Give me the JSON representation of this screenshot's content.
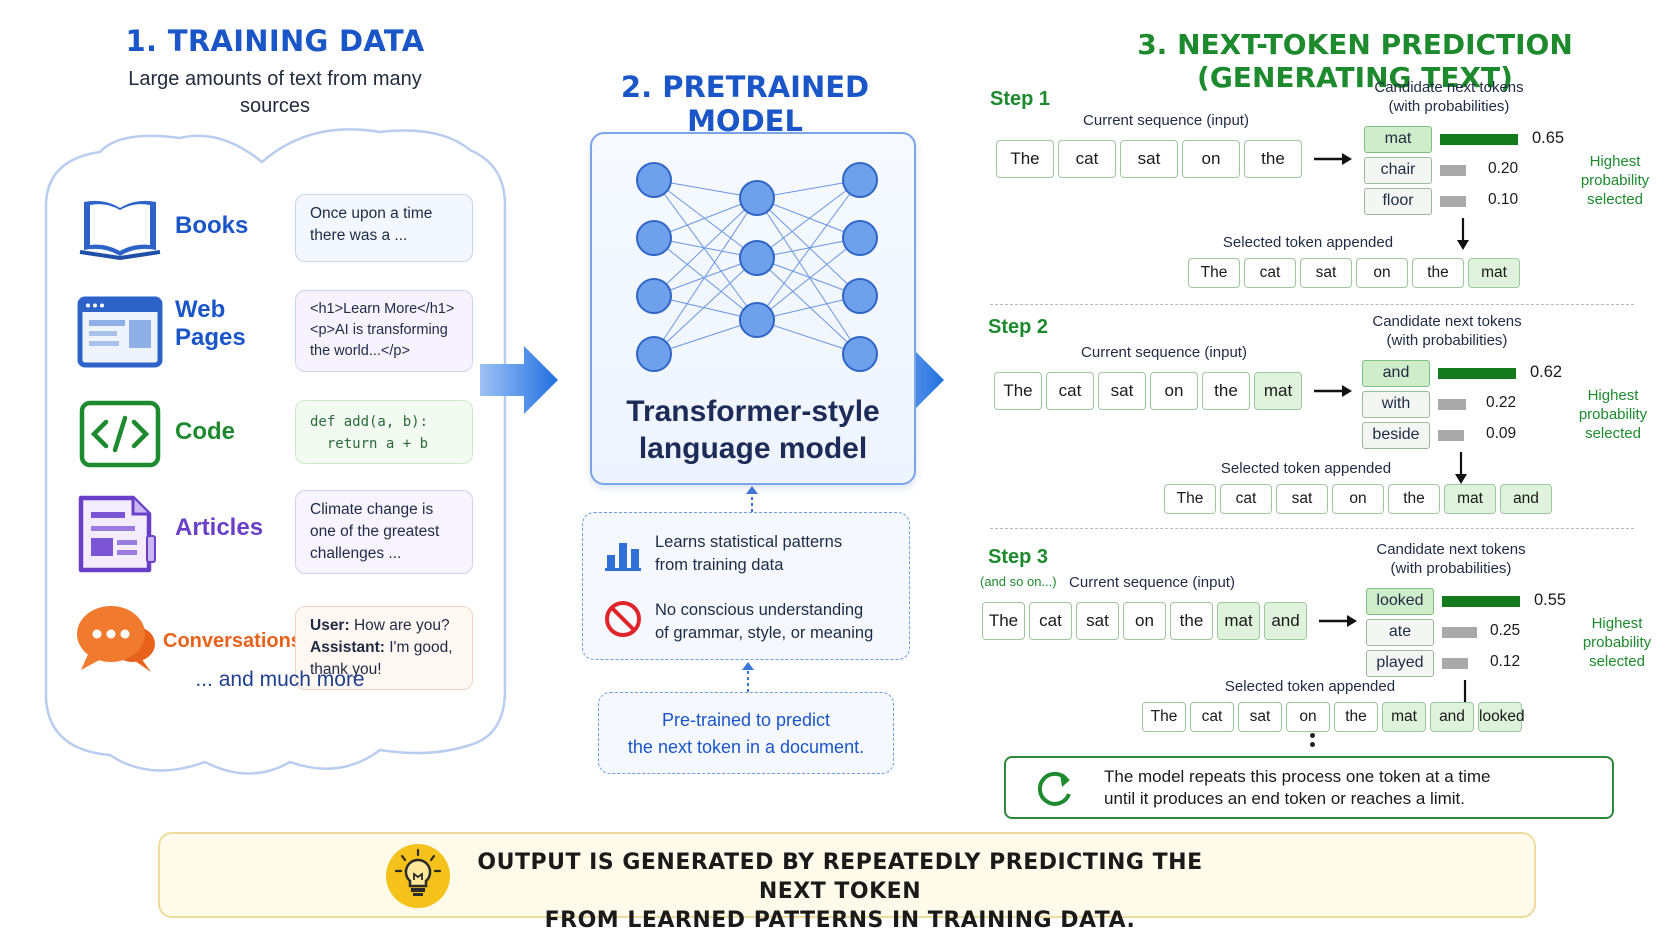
{
  "training": {
    "title": "1. TRAINING DATA",
    "subtitle": "Large amounts of text from many sources",
    "sources": [
      {
        "label": "Books",
        "example": "Once upon a time there was a ...",
        "color": "#1a56c8",
        "icon": "open-book-icon"
      },
      {
        "label_line1": "Web",
        "label_line2": "Pages",
        "example": "<h1>Learn More</h1> <p>AI is transforming the world...</p>",
        "color": "#1a56c8",
        "icon": "web-page-icon"
      },
      {
        "label": "Code",
        "example_line1": "def add(a, b):",
        "example_line2": "  return a + b",
        "color": "#1e8a2e",
        "icon": "code-icon"
      },
      {
        "label": "Articles",
        "example": "Climate change is one of the greatest challenges ...",
        "color": "#6a3fc8",
        "icon": "article-icon"
      },
      {
        "label": "Conversations",
        "user_bold": "User:",
        "user_text": " How are you?",
        "assistant_bold": "Assistant:",
        "assistant_text": " I'm good, thank you!",
        "color": "#e8621c",
        "icon": "chat-bubbles-icon"
      }
    ],
    "more": "... and much more"
  },
  "model": {
    "title": "2. PRETRAINED MODEL",
    "name_line1": "Transformer-style",
    "name_line2": "language model",
    "fact1_line1": "Learns statistical patterns",
    "fact1_line2": "from training data",
    "fact2_line1": "No conscious understanding",
    "fact2_line2": "of grammar, style, or meaning",
    "pretrained_line1": "Pre-trained to predict",
    "pretrained_line2": "the next token in a document."
  },
  "prediction": {
    "title": "3. NEXT-TOKEN PREDICTION (GENERATING TEXT)",
    "current_label": "Current sequence (input)",
    "candidates_line1": "Candidate next tokens",
    "candidates_line2": "(with probabilities)",
    "appended_label": "Selected token appended",
    "highest_line1": "Highest",
    "highest_line2": "probability",
    "highest_line3": "selected",
    "steps": [
      {
        "label": "Step 1",
        "input": [
          "The",
          "cat",
          "sat",
          "on",
          "the"
        ],
        "candidates": [
          {
            "token": "mat",
            "p": "0.65",
            "v": 0.65
          },
          {
            "token": "chair",
            "p": "0.20",
            "v": 0.2
          },
          {
            "token": "floor",
            "p": "0.10",
            "v": 0.1
          }
        ],
        "output": [
          "The",
          "cat",
          "sat",
          "on",
          "the",
          "mat"
        ]
      },
      {
        "label": "Step 2",
        "input": [
          "The",
          "cat",
          "sat",
          "on",
          "the",
          "mat"
        ],
        "candidates": [
          {
            "token": "and",
            "p": "0.62",
            "v": 0.62
          },
          {
            "token": "with",
            "p": "0.22",
            "v": 0.22
          },
          {
            "token": "beside",
            "p": "0.09",
            "v": 0.09
          }
        ],
        "output": [
          "The",
          "cat",
          "sat",
          "on",
          "the",
          "mat",
          "and"
        ]
      },
      {
        "label": "Step 3",
        "note": "(and so on...)",
        "input": [
          "The",
          "cat",
          "sat",
          "on",
          "the",
          "mat",
          "and"
        ],
        "candidates": [
          {
            "token": "looked",
            "p": "0.55",
            "v": 0.55
          },
          {
            "token": "ate",
            "p": "0.25",
            "v": 0.25
          },
          {
            "token": "played",
            "p": "0.12",
            "v": 0.12
          }
        ],
        "output": [
          "The",
          "cat",
          "sat",
          "on",
          "the",
          "mat",
          "and",
          "looked"
        ]
      }
    ],
    "repeat_line1": "The model repeats this process one token at a time",
    "repeat_line2": "until it produces an end token or reaches a limit."
  },
  "banner": {
    "line1": "OUTPUT IS GENERATED BY REPEATEDLY PREDICTING THE NEXT TOKEN",
    "line2": "FROM LEARNED PATTERNS IN TRAINING DATA."
  },
  "colors": {
    "blue": "#1a56c8",
    "green": "#1e8a2e",
    "bar_top": "#137a1e",
    "bar_other": "#a9a9a9",
    "arrow": "#1f6fe0"
  }
}
